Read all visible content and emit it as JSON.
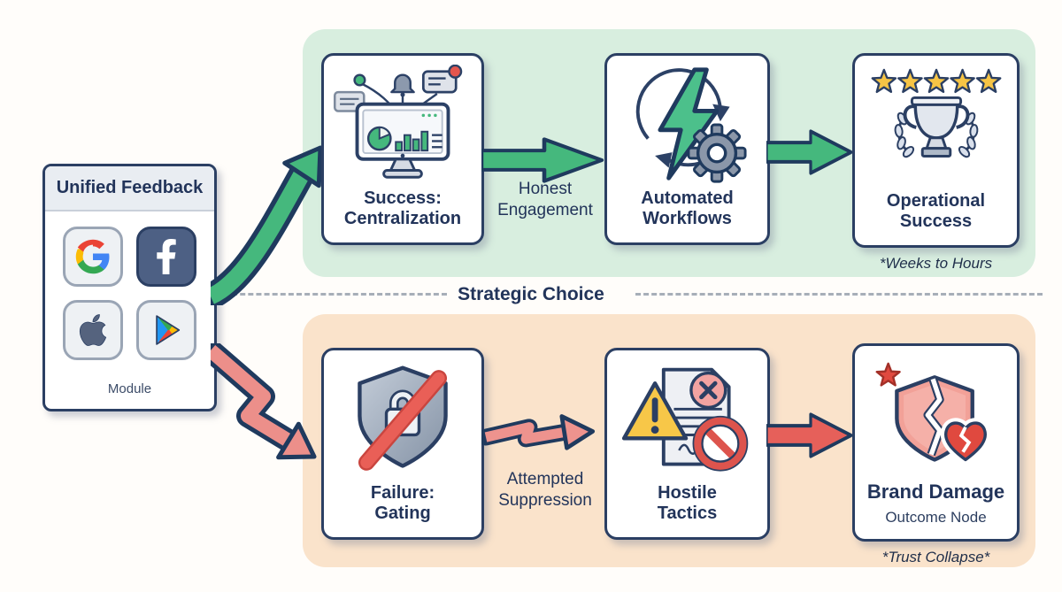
{
  "module": {
    "title": "Unified Feedback",
    "caption": "Module",
    "platforms": [
      "Google",
      "Facebook",
      "Apple",
      "Google Play"
    ]
  },
  "divider_label": "Strategic Choice",
  "paths": {
    "success": {
      "node1": {
        "title": "Success:\nCentralization"
      },
      "edge_label": "Honest\nEngagement",
      "node2": {
        "title": "Automated\nWorkflows"
      },
      "node3": {
        "title": "Operational\nSuccess",
        "footnote": "*Weeks to Hours"
      }
    },
    "failure": {
      "node1": {
        "title": "Failure:\nGating"
      },
      "edge_label": "Attempted\nSuppression",
      "node2": {
        "title": "Hostile\nTactics"
      },
      "node3": {
        "title": "Brand Damage",
        "subtitle": "Outcome Node",
        "footnote": "*Trust Collapse*"
      }
    }
  },
  "colors": {
    "success_accent": "#45b87d",
    "failure_accent": "#e6605a",
    "success_band": "#d8eedf",
    "failure_band": "#fae3cb",
    "navy": "#2b3f63",
    "star_gold": "#f6c445"
  }
}
